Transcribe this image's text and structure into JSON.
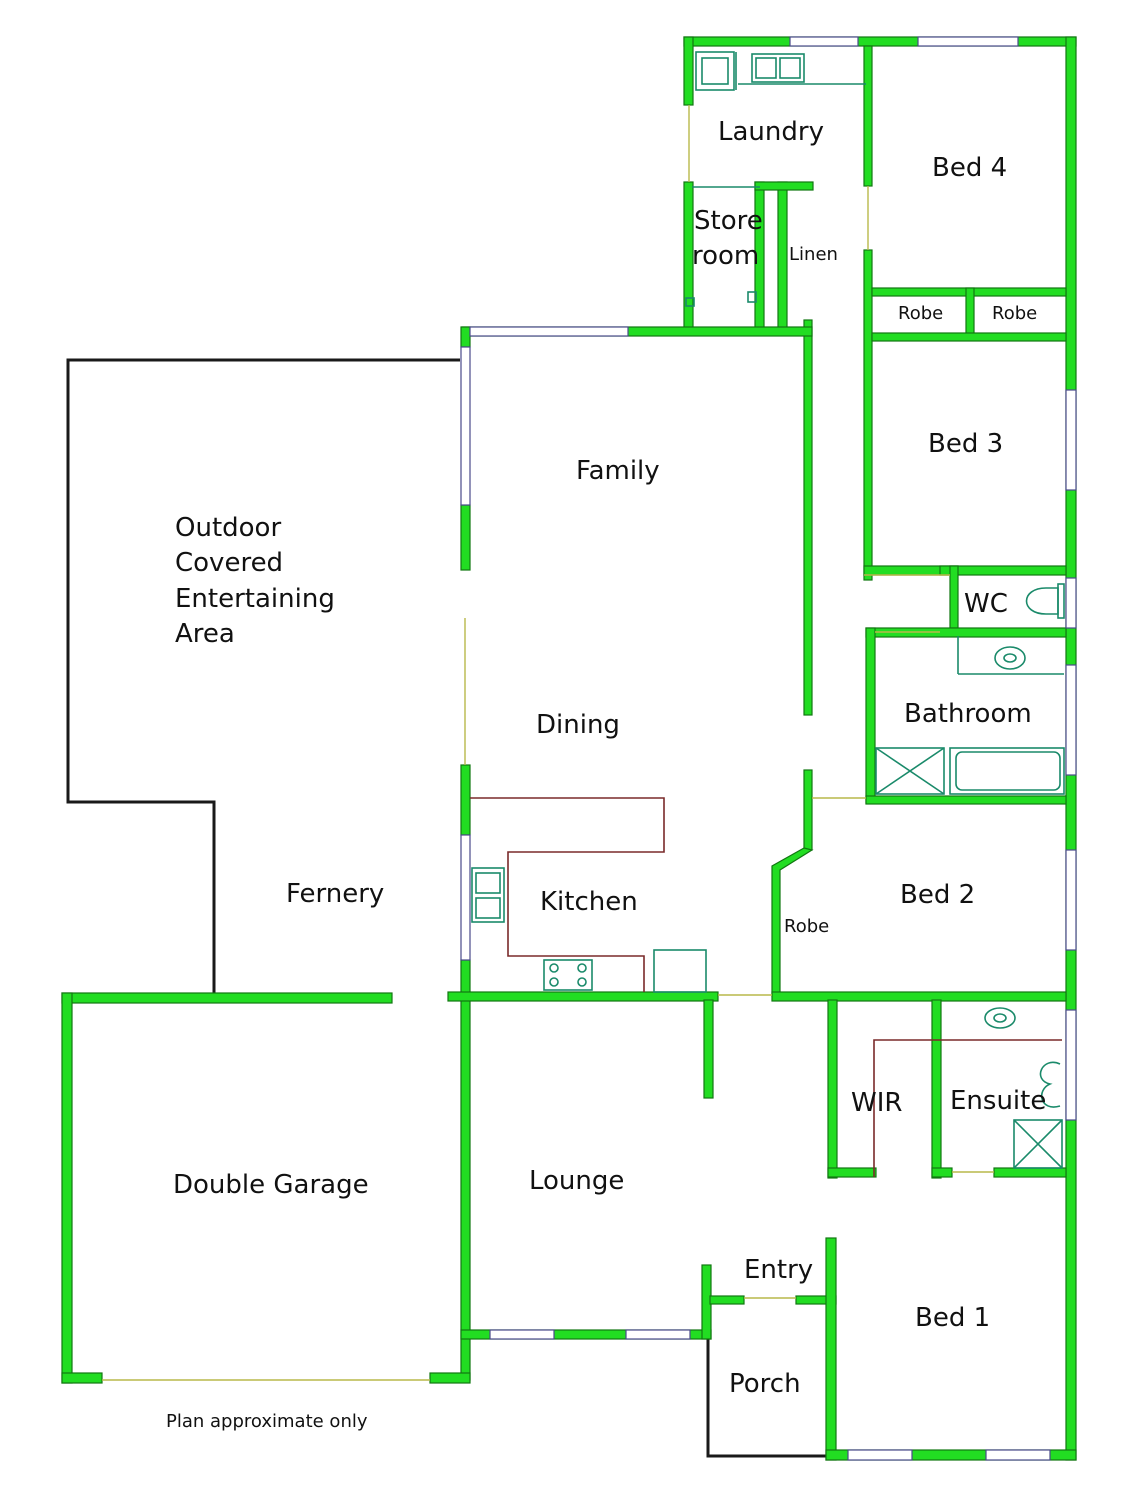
{
  "rooms": {
    "laundry": "Laundry",
    "store_line1": "Store",
    "store_line2": "room",
    "linen": "Linen",
    "bed4": "Bed 4",
    "robe_left": "Robe",
    "robe_right": "Robe",
    "bed3": "Bed 3",
    "family": "Family",
    "outdoor_line1": "Outdoor",
    "outdoor_line2": "Covered",
    "outdoor_line3": "Entertaining",
    "outdoor_line4": "Area",
    "wc": "WC",
    "bathroom": "Bathroom",
    "dining": "Dining",
    "fernery": "Fernery",
    "kitchen": "Kitchen",
    "robe_bed2": "Robe",
    "bed2": "Bed 2",
    "wir": "WIR",
    "ensuite": "Ensuite",
    "double_garage": "Double Garage",
    "lounge": "Lounge",
    "entry": "Entry",
    "bed1": "Bed 1",
    "porch": "Porch"
  },
  "footnote": "Plan approximate only",
  "colors": {
    "wall": "#22dd22",
    "thin_wall": "#1a1a1a",
    "window": "#4a4a8a",
    "bench": "#7a2a2a",
    "fixture": "#1a8a6a"
  }
}
